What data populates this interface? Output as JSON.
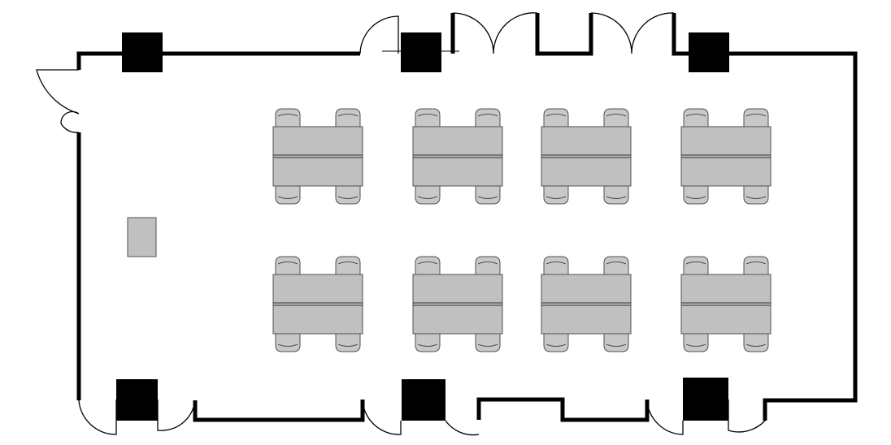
{
  "floor_plan": {
    "title": "",
    "colors": {
      "background": "#ffffff",
      "wall": "#000000",
      "column": "#000000",
      "furniture_fill": "#c0c0c0",
      "furniture_stroke": "#505050",
      "chair_fill": "#c8c8c8"
    },
    "room": {
      "doors_count": 8,
      "columns_count": 6
    },
    "furniture": {
      "table_groups": 8,
      "chairs_per_table_group": 4,
      "lectern": 1
    }
  }
}
